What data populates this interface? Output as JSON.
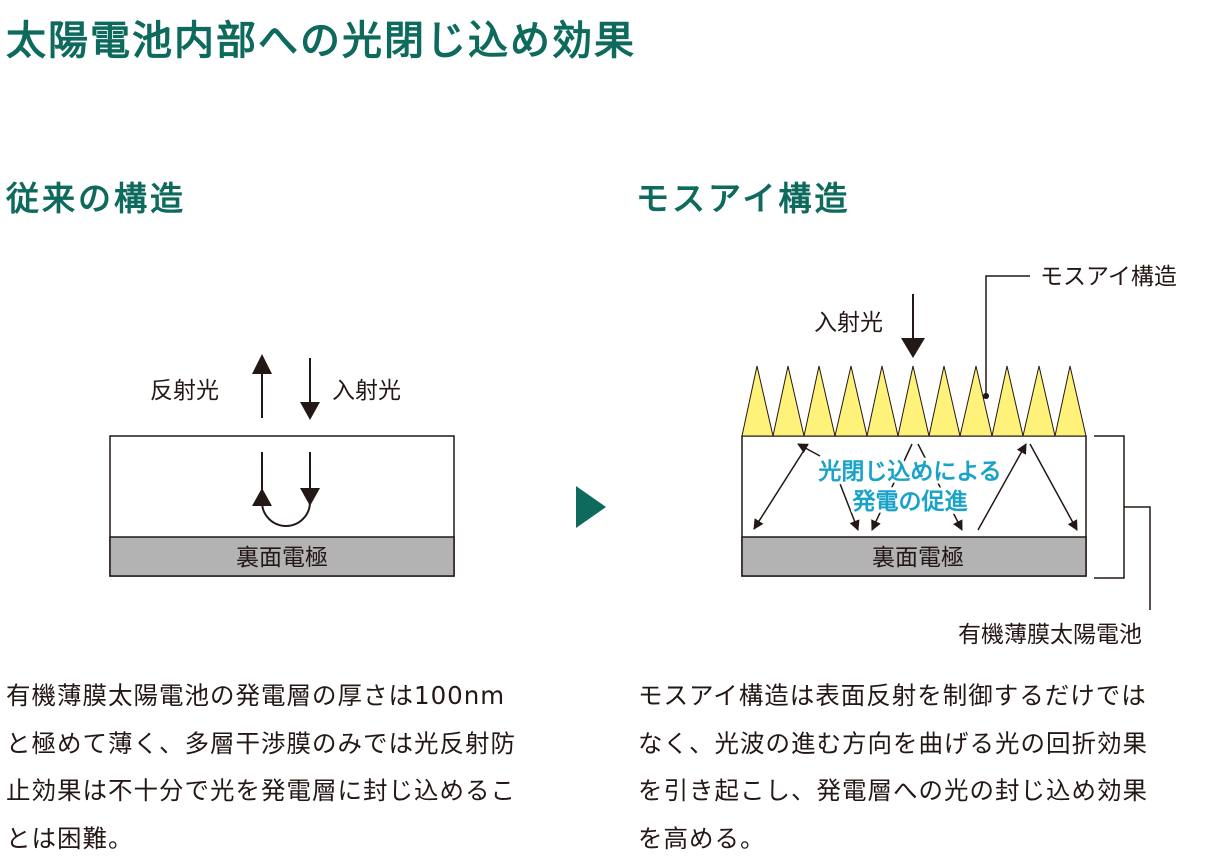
{
  "title": "太陽電池内部への光閉じ込め効果",
  "left": {
    "heading": "従来の構造",
    "reflected_label": "反射光",
    "incident_label": "入射光",
    "electrode_label": "裏面電極",
    "paragraph_lines": [
      "有機薄膜太陽電池の発電層の厚さは100nm",
      "と極めて薄く、多層干渉膜のみでは光反射防",
      "止効果は不十分で光を発電層に封じ込めるこ",
      "とは困難。"
    ]
  },
  "right": {
    "heading": "モスアイ構造",
    "incident_label": "入射光",
    "moth_eye_label": "モスアイ構造",
    "cell_label": "有機薄膜太陽電池",
    "electrode_label": "裏面電極",
    "trap_label_line1": "光閉じ込めによる",
    "trap_label_line2": "発電の促進",
    "paragraph_lines": [
      "モスアイ構造は表面反射を制御するだけでは",
      "なく、光波の進む方向を曲げる光の回折効果",
      "を引き起こし、発電層への光の封じ込め効果",
      "を高める。"
    ]
  },
  "colors": {
    "accent_green": "#0e6a5d",
    "cone_yellow": "#fff27a",
    "electrode_gray": "#b3b3b3",
    "trap_text_cyan": "#1aa3c9"
  }
}
